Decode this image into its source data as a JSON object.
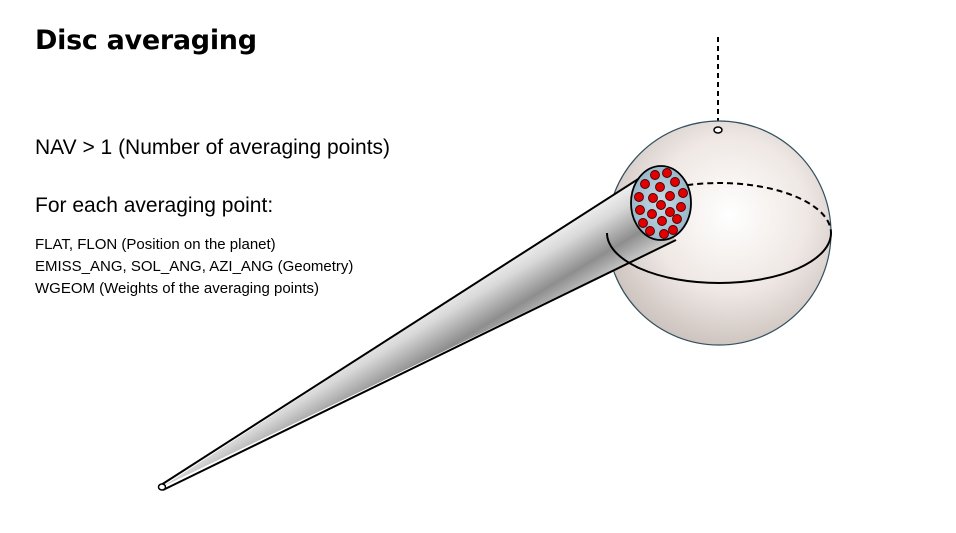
{
  "slide": {
    "title": "Disc averaging",
    "nav_line": "NAV > 1 (Number of averaging points)",
    "each_heading": "For each averaging point:",
    "params": [
      "FLAT, FLON (Position on the planet)",
      "EMISS_ANG, SOL_ANG, AZI_ANG (Geometry)",
      "WGEOM (Weights of the averaging points)"
    ]
  },
  "colors": {
    "planet_fill": "#ede6e2",
    "field_of_view_disc": "#a7c3d6",
    "averaging_point": "#e00000",
    "outline": "#000000"
  },
  "icons": {
    "averaging_point_marker": "red-dot-icon",
    "observer": "observer-point-icon"
  }
}
